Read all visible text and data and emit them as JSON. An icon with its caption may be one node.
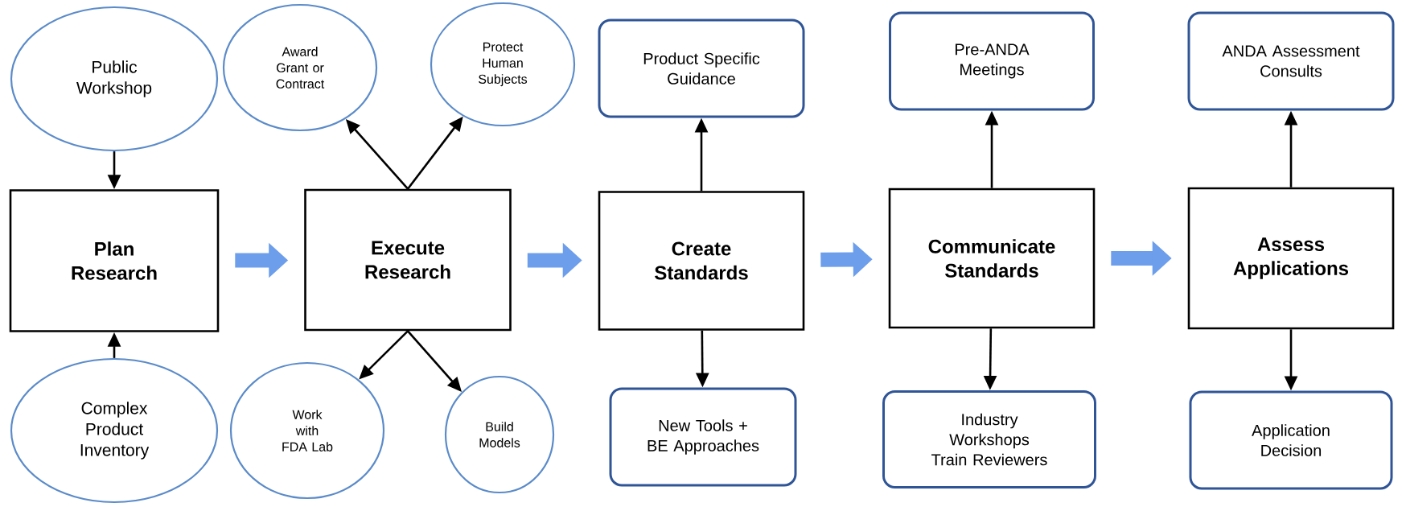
{
  "diagram": {
    "nodes": [
      {
        "text": [
          "Plan Research"
        ]
      },
      {
        "text": [
          "Public Workshop"
        ]
      },
      {
        "text": [
          "Complex Product Inventory"
        ]
      },
      {
        "text": [
          "Execute Research"
        ]
      },
      {
        "text": [
          "Award Grant or Contract"
        ]
      },
      {
        "text": [
          "Protect Human Subjects"
        ]
      },
      {
        "text": [
          "Work with FDA Lab"
        ]
      },
      {
        "text": [
          "Build Models"
        ]
      },
      {
        "text": [
          "Create Standards"
        ]
      },
      {
        "text": [
          "Product Specific Guidance"
        ]
      },
      {
        "text": [
          "New Tools + BE Approaches"
        ]
      },
      {
        "text": [
          "Communicate Standards"
        ]
      },
      {
        "text": [
          "Pre-ANDA Meetings"
        ]
      },
      {
        "text": [
          "Industry Workshops Train Reviewers"
        ]
      },
      {
        "text": [
          "Assess Applications"
        ]
      },
      {
        "text": [
          "ANDA Assessment Consults"
        ]
      },
      {
        "text": [
          "Application Decision"
        ]
      }
    ],
    "edges": [
      {
        "from": 1,
        "to": 0,
        "arrow": "to"
      },
      {
        "from": 2,
        "to": 0,
        "arrow": "to"
      },
      {
        "from": 0,
        "to": 3,
        "arrow": "to",
        "style": "thick",
        "color": "#6d9eeb"
      },
      {
        "from": 3,
        "to": 4,
        "arrow": "to"
      },
      {
        "from": 3,
        "to": 5,
        "arrow": "to"
      },
      {
        "from": 3,
        "to": 6,
        "arrow": "to"
      },
      {
        "from": 3,
        "to": 7,
        "arrow": "to"
      },
      {
        "from": 3,
        "to": 8,
        "arrow": "to",
        "style": "thick",
        "color": "#6d9eeb"
      },
      {
        "from": 8,
        "to": 9,
        "arrow": "to"
      },
      {
        "from": 8,
        "to": 10,
        "arrow": "to"
      },
      {
        "from": 8,
        "to": 11,
        "arrow": "to",
        "style": "thick",
        "color": "#6d9eeb"
      },
      {
        "from": 11,
        "to": 12,
        "arrow": "to"
      },
      {
        "from": 11,
        "to": 13,
        "arrow": "to"
      },
      {
        "from": 11,
        "to": 14,
        "arrow": "to",
        "style": "thick",
        "color": "#6d9eeb"
      },
      {
        "from": 14,
        "to": 15,
        "arrow": "to"
      },
      {
        "from": 14,
        "to": 16,
        "arrow": "to"
      }
    ]
  }
}
